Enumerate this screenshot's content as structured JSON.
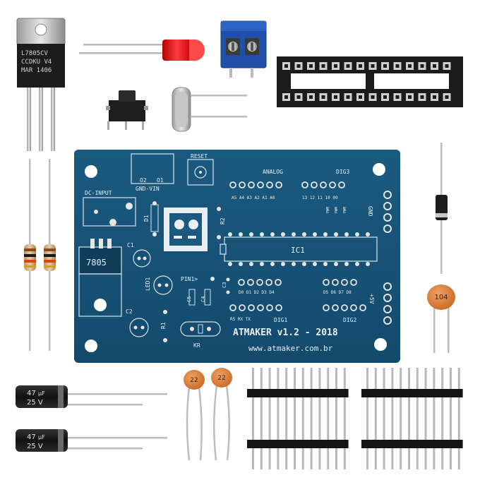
{
  "regulator": {
    "marking": [
      "L7805CV",
      "CCDKU V4",
      "MAR 1406"
    ]
  },
  "cap_ceramic_large": {
    "marking": "104"
  },
  "cap_ceramic_small": {
    "marking": "22"
  },
  "electrolytic": {
    "value": "47",
    "unit": "μF",
    "voltage": "25 V"
  },
  "pcb": {
    "brand": "ATMAKER v1.2 - 2018",
    "url": "www.atmaker.com.br",
    "labels": {
      "dc_input": "DC-INPUT",
      "gnd_vin": "GND-VIN",
      "o2": "O2",
      "o1": "O1",
      "reset": "RESET",
      "analog": "ANALOG",
      "dig3": "DIG3",
      "dig1": "DIG1",
      "dig2": "DIG2",
      "ic1": "IC1",
      "reg": "7805",
      "c1": "C1",
      "c2": "C2",
      "c3": "C3",
      "c4": "C4",
      "c5": "C5",
      "d1": "D1",
      "r1": "R1",
      "r2": "R2",
      "led1": "LED1",
      "pin1": "PIN1>",
      "kr": "KR",
      "gnd": "GND",
      "plus5v": "+5V",
      "rs_rx_tx": "RS RX TX",
      "analog_pins": "A5 A4 A3 A2 A1 A0",
      "dig3_pins": "13 12 11 10 09",
      "dig1_pins": "D0 D1 D2 D3 D4",
      "dig2_pins": "D5 D6 D7 D8",
      "pwm": "PWM"
    }
  }
}
